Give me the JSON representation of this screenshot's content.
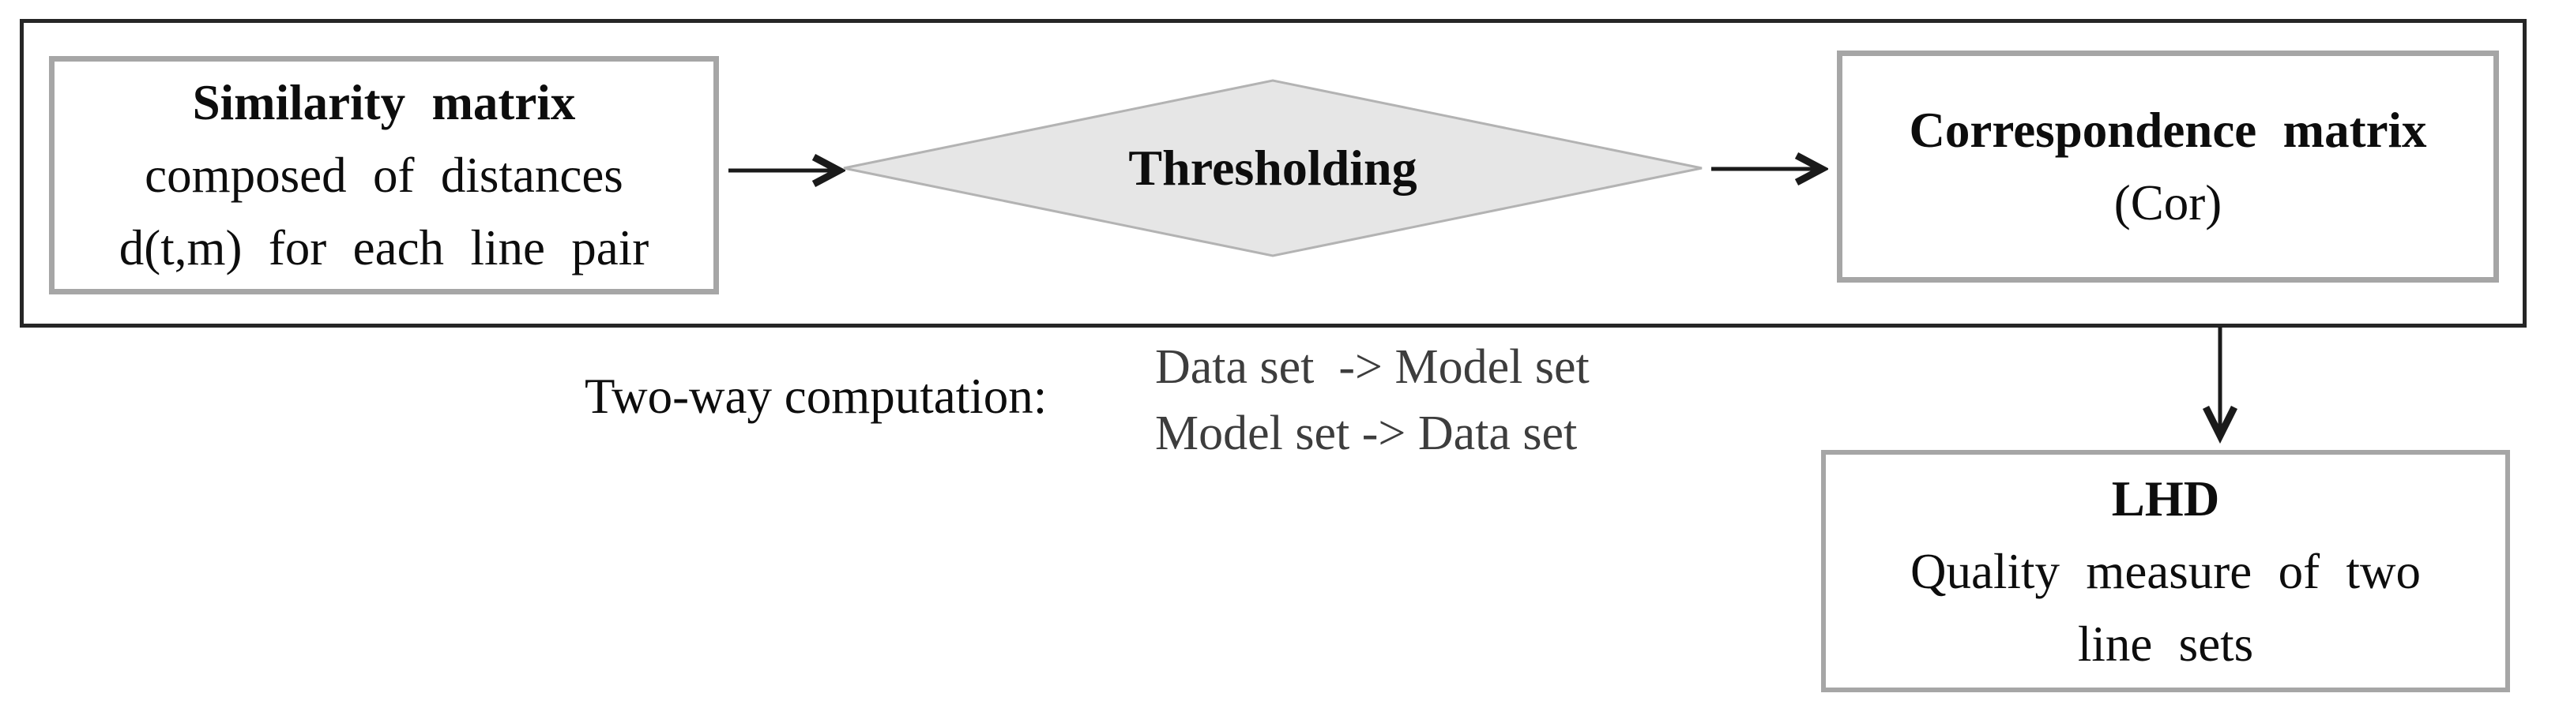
{
  "colors": {
    "outer_border": "#262626",
    "box_border": "#a6a6a6",
    "diamond_fill": "#e6e6e6",
    "diamond_border": "#b3b3b3",
    "text_color": "#0d0d0d",
    "gray_text": "#3d3d3d",
    "arrow_color": "#1a1a1a",
    "page_bg": "#ffffff"
  },
  "flow": {
    "similarity_box": {
      "title": "Similarity matrix",
      "body_line1": "composed of distances",
      "body_line2": "d(t,m) for each line pair"
    },
    "thresholding_diamond": {
      "label": "Thresholding"
    },
    "correspondence_box": {
      "title": "Correspondence matrix",
      "subtitle": "(Cor)"
    },
    "annotation": {
      "label": "Two-way computation:",
      "direction_line1": "Data set  -> Model set",
      "direction_line2": "Model set -> Data set"
    },
    "lhd_box": {
      "title": "LHD",
      "body_line1": "Quality measure of two",
      "body_line2": "line sets"
    }
  }
}
